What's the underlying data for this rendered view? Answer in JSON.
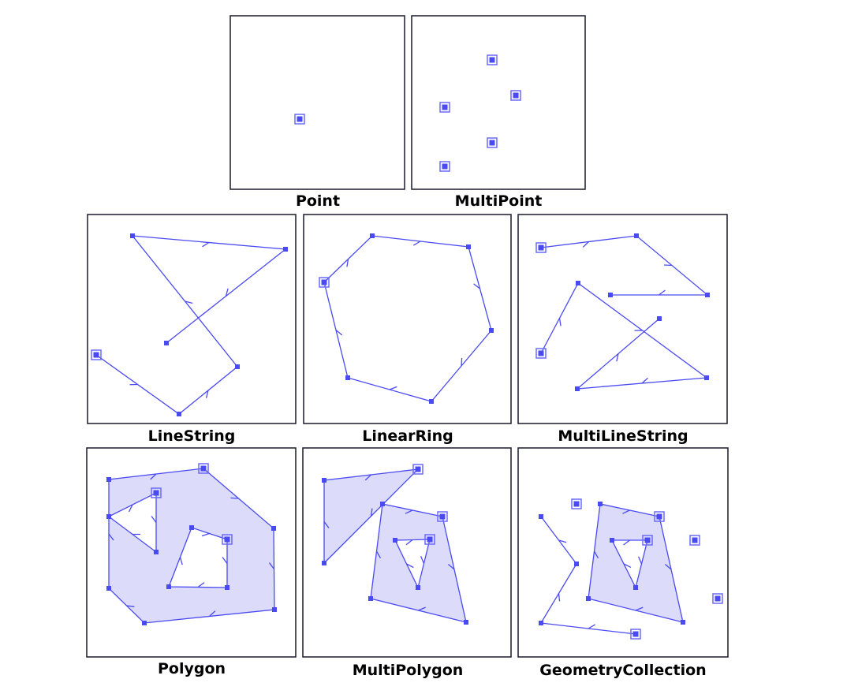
{
  "panels": [
    {
      "id": "point",
      "label": "Point"
    },
    {
      "id": "multipoint",
      "label": "MultiPoint"
    },
    {
      "id": "linestring",
      "label": "LineString"
    },
    {
      "id": "linearring",
      "label": "LinearRing"
    },
    {
      "id": "multilinestring",
      "label": "MultiLineString"
    },
    {
      "id": "polygon",
      "label": "Polygon"
    },
    {
      "id": "multipolygon",
      "label": "MultiPolygon"
    },
    {
      "id": "geometrycollection",
      "label": "GeometryCollection"
    }
  ],
  "colors": {
    "stroke": "#4a4af2",
    "fill": "#dcdcfa",
    "frame": "#1a1a2a"
  }
}
